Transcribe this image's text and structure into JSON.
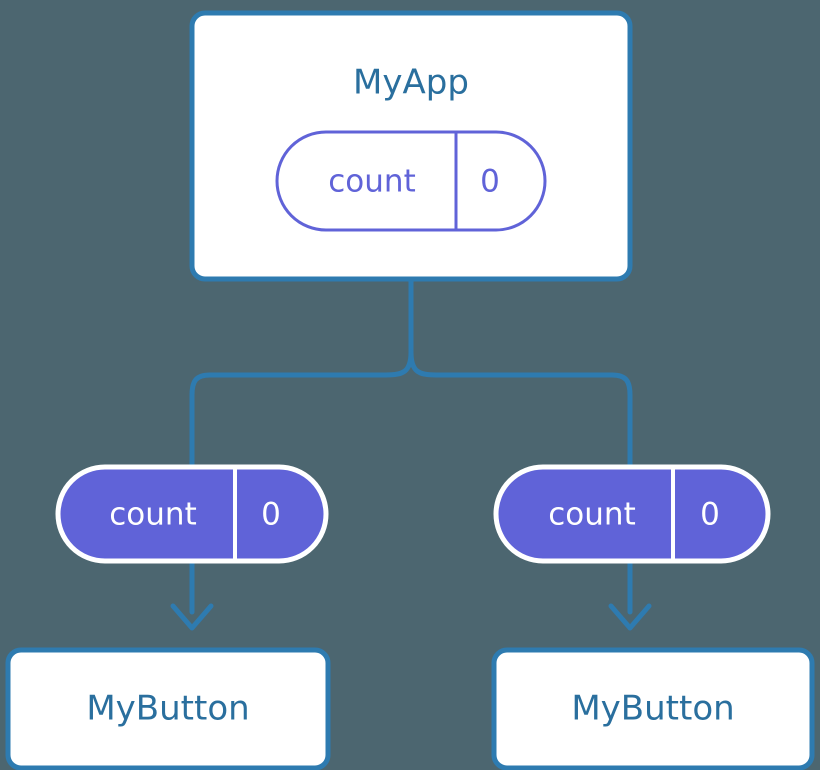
{
  "diagram": {
    "title": "MyApp",
    "background_color": "#4c6670",
    "box_fill": "#ffffff",
    "box_stroke": "#2e7bb0",
    "accent_blue": "#2a72a8",
    "text_blue": "#2a6f9e",
    "pill_purple": "#6063d8",
    "pill_outline_white": "#ffffff",
    "pill_text_white": "#ffffff",
    "connector_color": "#2e7bb0",
    "nodes": {
      "root": {
        "label": "MyApp",
        "state": {
          "key": "count",
          "value": "0"
        }
      },
      "children": [
        {
          "state": {
            "key": "count",
            "value": "0"
          },
          "label": "MyButton"
        },
        {
          "state": {
            "key": "count",
            "value": "0"
          },
          "label": "MyButton"
        }
      ]
    }
  }
}
